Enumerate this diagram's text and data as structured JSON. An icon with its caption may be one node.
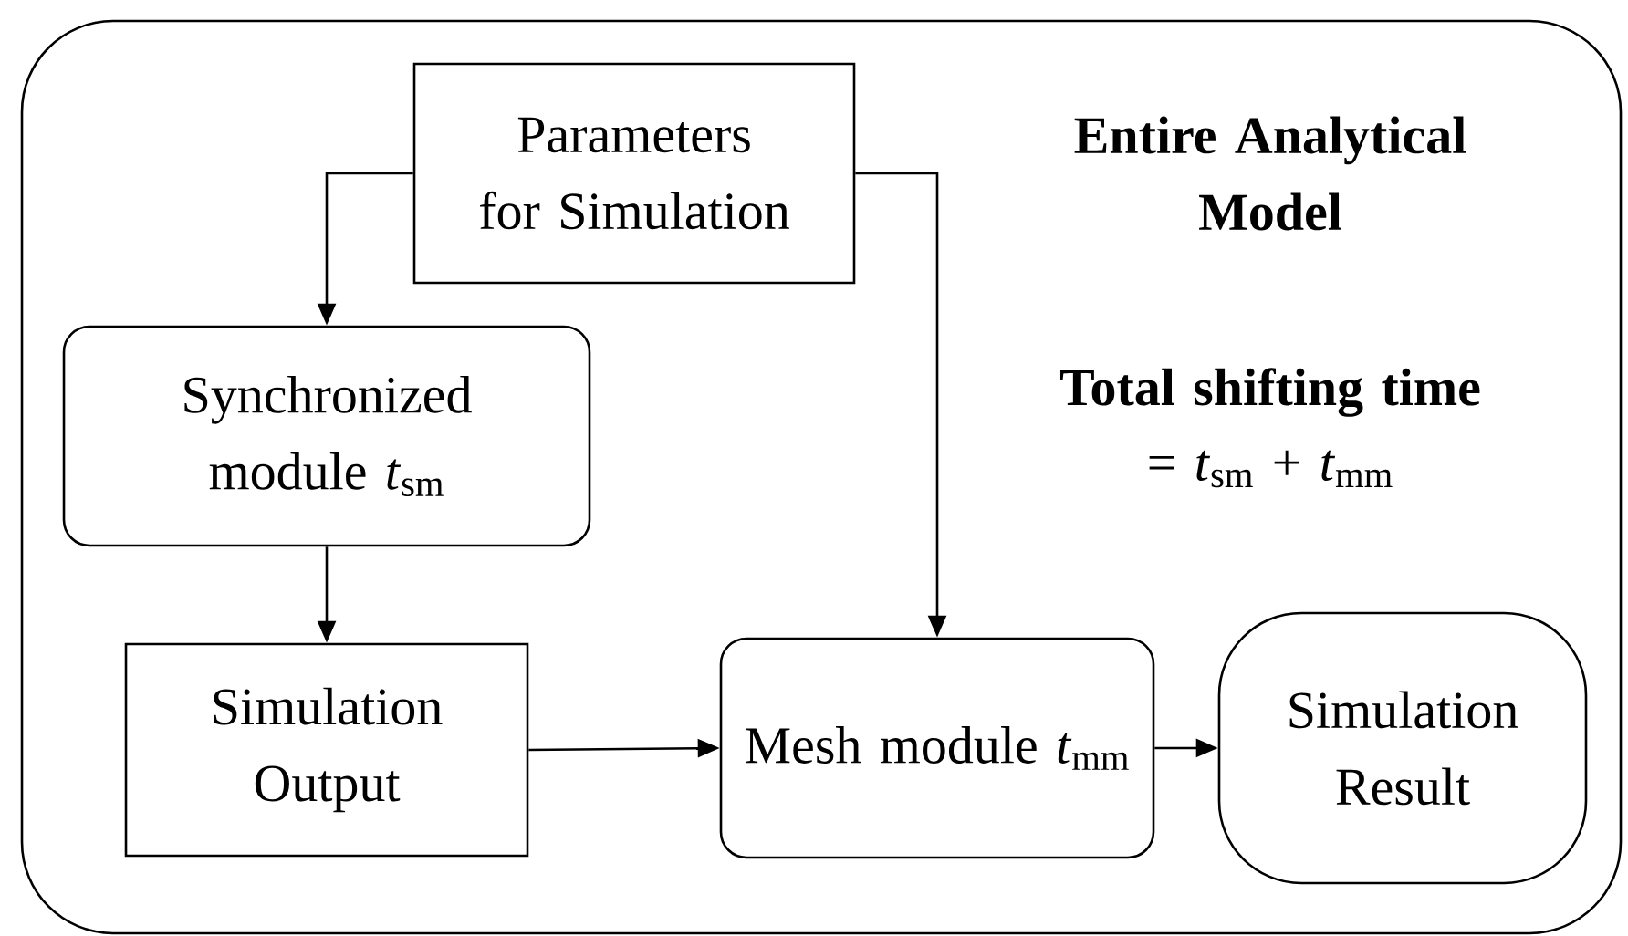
{
  "diagram": {
    "nodes": [
      {
        "text": [
          "Entire Analytical Model",
          "Total shifting time",
          "= *t*$_{sm}$ + *t*$_{mm}$"
        ]
      },
      {
        "text": [
          "Parameters for Simulation"
        ],
        "in": 0
      },
      {
        "text": [
          "Synchronized module *t*$_{sm}$"
        ],
        "in": 0
      },
      {
        "text": [
          "Simulation Output"
        ],
        "in": 0
      },
      {
        "text": [
          "Mesh module *t*$_{mm}$"
        ],
        "in": 0
      },
      {
        "text": [
          "Simulation Result"
        ],
        "in": 0
      }
    ],
    "edges": [
      {
        "from": 1,
        "to": 2,
        "arrow": "to"
      },
      {
        "from": 1,
        "to": 4,
        "arrow": "to"
      },
      {
        "from": 2,
        "to": 3,
        "arrow": "to"
      },
      {
        "from": 3,
        "to": 4,
        "arrow": "to"
      },
      {
        "from": 4,
        "to": 5,
        "arrow": "to"
      }
    ]
  }
}
